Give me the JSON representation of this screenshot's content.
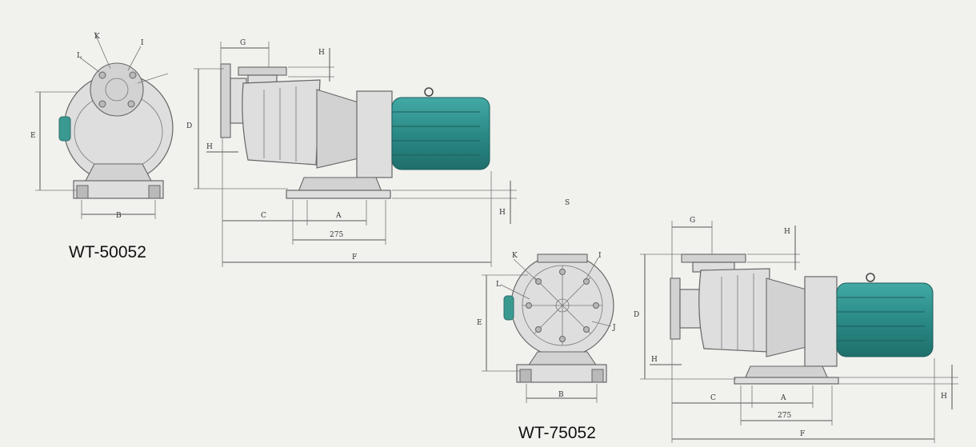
{
  "models": {
    "first": "WT-50052",
    "second": "WT-75052"
  },
  "dimensions": {
    "a": "A",
    "b": "B",
    "c": "C",
    "d": "D",
    "e": "E",
    "f": "F",
    "g": "G",
    "h": "H",
    "i": "I",
    "j": "J",
    "k": "K",
    "l": "L",
    "base_width": "275",
    "side_note": "S"
  },
  "colors": {
    "motor": "#2a8a86",
    "motor_dark": "#1f6f6c",
    "motor_light": "#43a9a4",
    "inlet": "#3a9a92"
  }
}
